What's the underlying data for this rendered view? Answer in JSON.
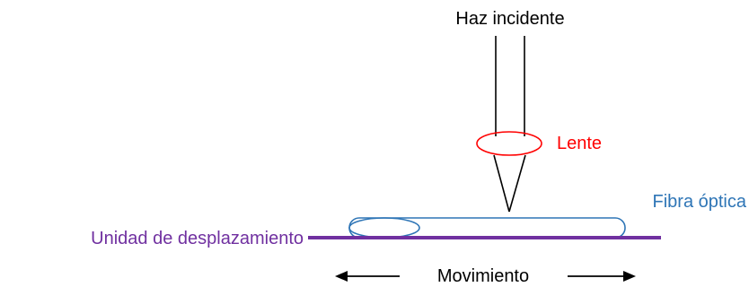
{
  "labels": {
    "incident_beam": "Haz incidente",
    "lens": "Lente",
    "optical_fiber": "Fibra óptica",
    "stage": "Unidad de desplazamiento",
    "movement": "Movimiento"
  },
  "colors": {
    "beam": "#000000",
    "lens": "#ff0000",
    "fiber": "#2e75b6",
    "stage": "#7030a0",
    "text": "#000000"
  }
}
